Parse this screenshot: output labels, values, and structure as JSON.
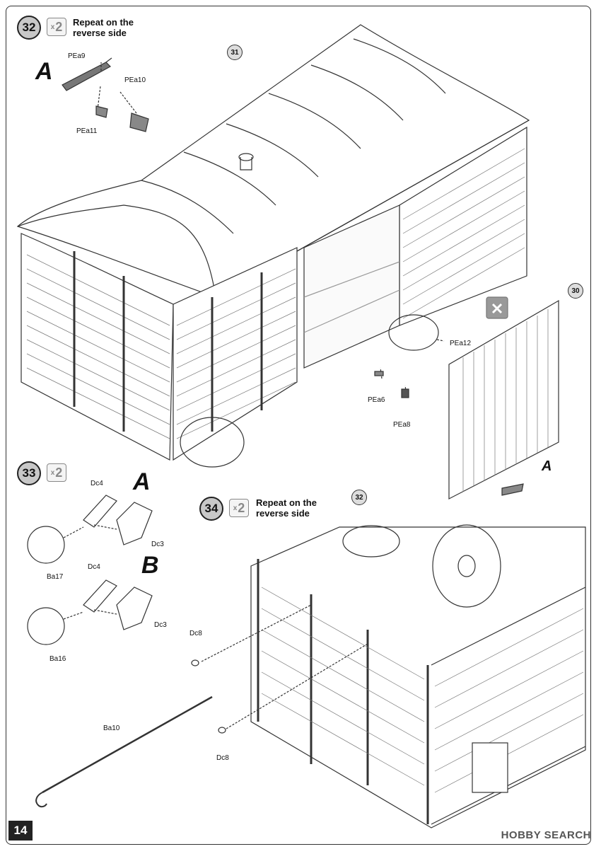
{
  "page_number": "14",
  "steps": [
    {
      "number": "32",
      "multiplier_x": "x",
      "multiplier_n": "2",
      "note_line1": "Repeat on the",
      "note_line2": "reverse side"
    },
    {
      "number": "33",
      "multiplier_x": "x",
      "multiplier_n": "2"
    },
    {
      "number": "34",
      "multiplier_x": "x",
      "multiplier_n": "2",
      "note_line1": "Repeat on the",
      "note_line2": "reverse side"
    }
  ],
  "callouts": [
    "31",
    "30",
    "32"
  ],
  "view_labels": {
    "a_top": "A",
    "a_right": "A",
    "a_step33": "A",
    "b_step33": "B"
  },
  "parts": {
    "pea9": "PEa9",
    "pea10": "PEa10",
    "pea11": "PEa11",
    "pea12": "PEa12",
    "pea6": "PEa6",
    "pea8": "PEa8",
    "dc4_a": "Dc4",
    "dc3_a": "Dc3",
    "ba17": "Ba17",
    "dc4_b": "Dc4",
    "dc3_b": "Dc3",
    "ba16": "Ba16",
    "dc8_a": "Dc8",
    "dc8_b": "Dc8",
    "ba10": "Ba10"
  },
  "watermark": "HOBBY SEARCH"
}
